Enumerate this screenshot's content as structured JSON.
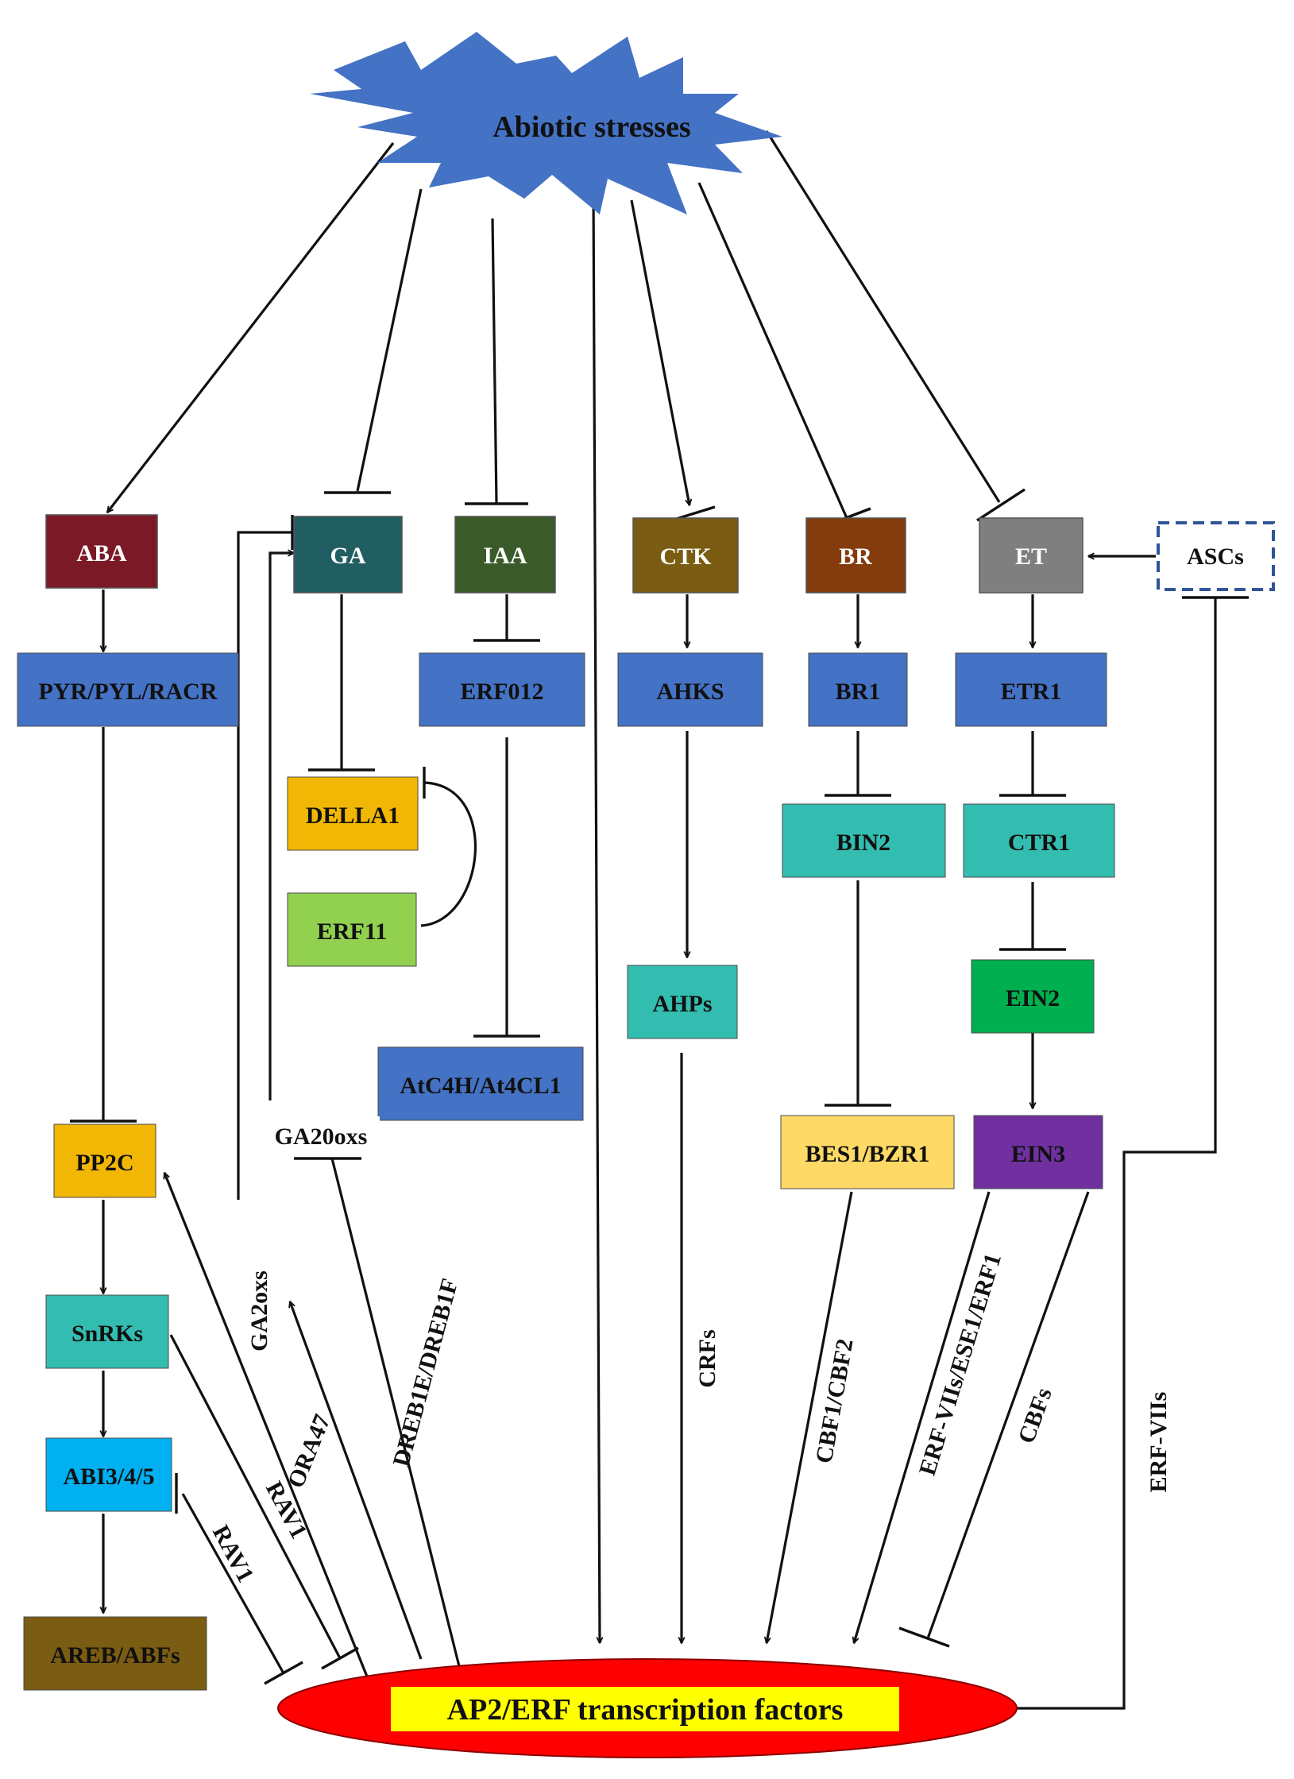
{
  "title": "Abiotic stresses",
  "target": "AP2/ERF transcription factors",
  "colors": {
    "star": "#4472C4",
    "ellipse": "#FF0000",
    "target_highlight": "#FFFF00",
    "hormone_text": "#FFFFFF"
  },
  "hormones": [
    {
      "id": "aba",
      "label": "ABA",
      "color": "#7B1A26"
    },
    {
      "id": "ga",
      "label": "GA",
      "color": "#215E61"
    },
    {
      "id": "iaa",
      "label": "IAA",
      "color": "#3A5A2A"
    },
    {
      "id": "ctk",
      "label": "CTK",
      "color": "#7A5C12"
    },
    {
      "id": "br",
      "label": "BR",
      "color": "#843C0C"
    },
    {
      "id": "et",
      "label": "ET",
      "color": "#7F7F7F"
    }
  ],
  "asc": {
    "label": "ASCs",
    "border": "#2F5597"
  },
  "nodes": [
    {
      "id": "pyr",
      "label": "PYR/PYL/RACR",
      "color": "#4472C4"
    },
    {
      "id": "erf012",
      "label": "ERF012",
      "color": "#4472C4"
    },
    {
      "id": "ahks",
      "label": "AHKS",
      "color": "#4472C4"
    },
    {
      "id": "br1",
      "label": "BR1",
      "color": "#4472C4"
    },
    {
      "id": "etr1",
      "label": "ETR1",
      "color": "#4472C4"
    },
    {
      "id": "della1",
      "label": "DELLA1",
      "color": "#F2B705"
    },
    {
      "id": "erf11",
      "label": "ERF11",
      "color": "#92D050"
    },
    {
      "id": "bin2",
      "label": "BIN2",
      "color": "#33BDB0"
    },
    {
      "id": "ctr1",
      "label": "CTR1",
      "color": "#33BDB0"
    },
    {
      "id": "ein2",
      "label": "EIN2",
      "color": "#00B050"
    },
    {
      "id": "ahps",
      "label": "AHPs",
      "color": "#33BDB0"
    },
    {
      "id": "atc4h",
      "label": "AtC4H/At4CL1",
      "color": "#4472C4"
    },
    {
      "id": "pp2c",
      "label": "PP2C",
      "color": "#F2B705"
    },
    {
      "id": "bes1",
      "label": "BES1/BZR1",
      "color": "#FFD966"
    },
    {
      "id": "ein3",
      "label": "EIN3",
      "color": "#7030A0"
    },
    {
      "id": "snrks",
      "label": "SnRKs",
      "color": "#33BDB0"
    },
    {
      "id": "abi",
      "label": "ABI3/4/5",
      "color": "#00B0F0"
    },
    {
      "id": "areb",
      "label": "AREB/ABFs",
      "color": "#7A5C12"
    }
  ],
  "free_labels": {
    "ga20oxs": "GA20oxs",
    "ga2oxs": "GA2oxs"
  },
  "edge_labels": [
    {
      "id": "rav1_a",
      "text": "RAV1"
    },
    {
      "id": "rav1_b",
      "text": "RAV1"
    },
    {
      "id": "ora47",
      "text": "ORA47"
    },
    {
      "id": "dreb1e",
      "text": "DREB1E/DREB1F"
    },
    {
      "id": "crfs",
      "text": "CRFs"
    },
    {
      "id": "cbf12",
      "text": "CBF1/CBF2"
    },
    {
      "id": "erfvii_ese",
      "text": "ERF-VIIs/ESE1/ERF1"
    },
    {
      "id": "cbfs",
      "text": "CBFs"
    },
    {
      "id": "erfvii",
      "text": "ERF-VIIs"
    }
  ]
}
